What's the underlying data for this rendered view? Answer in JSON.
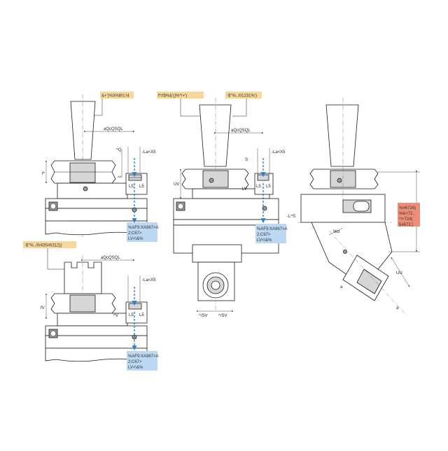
{
  "view_left_top": {
    "tag": "&+')%3%8!#,!4",
    "dim_top": "aQcQSQL",
    "dim_q": "^Q",
    "dim_la": "-La<X5",
    "dim_r": "^*",
    "dim_f": "f*",
    "dim_ls1": "L5",
    "dim_ls2": "L5",
    "info": [
      "%AF9:XA967>A",
      "2;C67>",
      "LV<\\&%"
    ]
  },
  "view_center": {
    "tag1": "f*#$%&'()%*!+')",
    "tag2": "-$\"%../01231%')",
    "dim_top": "aQcQSQL",
    "dim_la": "-La<X5",
    "dim_s": "S",
    "dim_uv": "UV",
    "dim_lv": "LV",
    "dim_ls": "L5",
    "dim_ls2": "L5",
    "dim_bottom1": "^/SV",
    "dim_bottom2": "^/SV",
    "info": [
      "%AF9:XA967>A",
      "2;C67>",
      "LV<\\&%"
    ]
  },
  "view_right": {
    "dim_las": "-L^S",
    "dim_wd": "Wd",
    "dim_uu": "UU",
    "dim_a1": "a",
    "dim_a2": "a",
    "info": [
      "%#6724)",
      "%&+72.,",
      "*!+724)",
      "5#672,)"
    ]
  },
  "view_left_bottom": {
    "tag": "-$\"%../0/435#6312))",
    "dim_top": "aQcQSQL",
    "dim_la": "-La<X5",
    "dim_fv": "fV",
    "dim_v": "^V",
    "dim_ls": "L5",
    "dim_ls2": "L5",
    "info": [
      "%AF9:XA967>A",
      "2;C67>",
      "LV<\\&%"
    ]
  },
  "colors": {
    "tag_fill": "#f7d89a",
    "info_blue": "#bcd8f2",
    "info_salmon": "#ef8e78",
    "arrow_blue": "#2f7fcb",
    "grey_fill": "#d6d6d6"
  }
}
